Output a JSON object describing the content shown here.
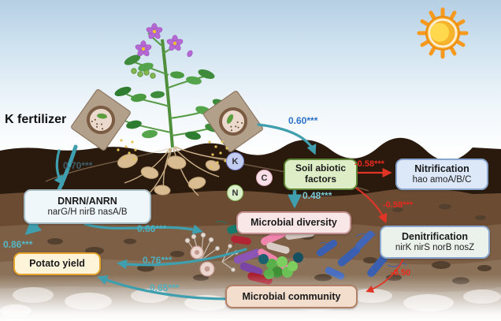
{
  "k_fertilizer_label": "K fertilizer",
  "nutrients": [
    "K",
    "C",
    "N"
  ],
  "boxes": {
    "dnrn": {
      "title": "DNRN/ANRN",
      "genes": "narG/H nirB nasA/B"
    },
    "soil_abiotic": {
      "title": "Soil abiotic factors"
    },
    "nitrification": {
      "title": "Nitrification",
      "genes": "hao amoA/B/C"
    },
    "denitrification": {
      "title": "Denitrification",
      "genes": "nirK nirS norB nosZ"
    },
    "microbial_diversity": {
      "title": "Microbial diversity"
    },
    "microbial_community": {
      "title": "Microbial community"
    },
    "potato_yield": {
      "title": "Potato yield"
    }
  },
  "coefficients": {
    "k_to_dnrn": "0.70***",
    "k_to_soil_abiotic": "0.60***",
    "soil_to_diversity": "0.48***",
    "k_to_potato_yield": "0.86***",
    "dnrn_to_microbes": "0.66***",
    "microbes_to_yield": "0.76***",
    "community_to_yield": "0.65***",
    "soil_to_nitrification": "-0.58***",
    "soil_to_denitrification": "-0.58***",
    "denitrification_to_community": "-0.50"
  },
  "icons": [
    "sun-icon",
    "potato-plant-icon",
    "fertilizer-bag-icon",
    "bacteria-icon",
    "fungi-icon",
    "roots-potatoes-icon"
  ],
  "colors": {
    "positive_arrow_teal": "#3f9fae",
    "negative_arrow_red": "#e03526",
    "label_blue": "#2b72c8",
    "label_teal": "#54b8c6",
    "label_dark_teal": "#3f5d68",
    "label_red": "#e8291d",
    "soil_abiotic_bg": "#ddedc6",
    "nitrification_bg": "#dce8f8",
    "denitrification_bg": "#ebf2ec",
    "microbial_diversity_bg": "#f9e6e6",
    "microbial_community_bg": "#f3decd",
    "potato_yield_border": "#e6a42c"
  }
}
